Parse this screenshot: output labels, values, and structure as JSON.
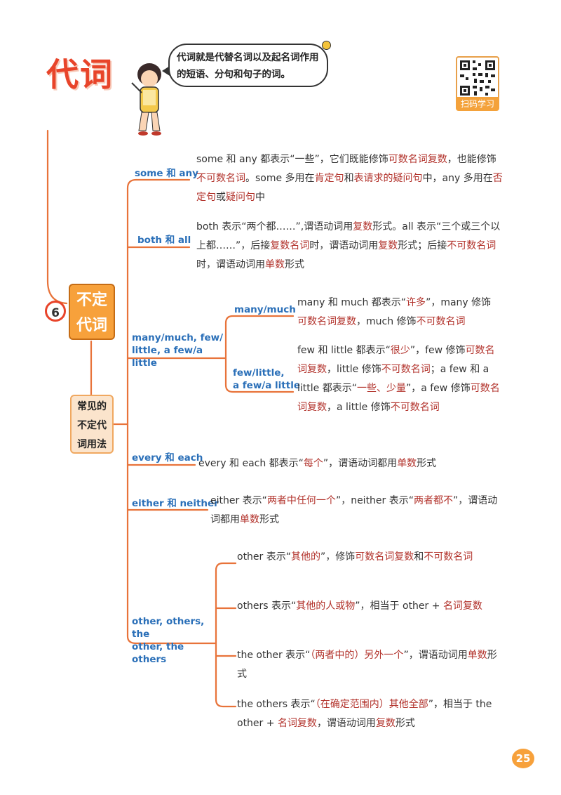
{
  "title": "代词",
  "bubble_text": "代词就是代替名词以及起名词作用的短语、分句和句子的词。",
  "qr_label": "扫码学习",
  "section_number": "6",
  "main_topic_line1": "不定",
  "main_topic_line2": "代词",
  "sub_topic_line1": "常见的",
  "sub_topic_line2": "不定代",
  "sub_topic_line3": "词用法",
  "branches": {
    "some_any": {
      "label": "some 和 any",
      "desc": [
        {
          "t": "some 和 any 都表示“一些”，它们既能修饰"
        },
        {
          "t": "可数名词复数",
          "h": true
        },
        {
          "t": "，也能修饰"
        },
        {
          "t": "不可数名词",
          "h": true
        },
        {
          "t": "。some 多用在"
        },
        {
          "t": "肯定句",
          "h": true
        },
        {
          "t": "和"
        },
        {
          "t": "表请求的疑问句",
          "h": true
        },
        {
          "t": "中，any 多用在"
        },
        {
          "t": "否定句",
          "h": true
        },
        {
          "t": "或"
        },
        {
          "t": "疑问句",
          "h": true
        },
        {
          "t": "中"
        }
      ]
    },
    "both_all": {
      "label": "both 和 all",
      "desc": [
        {
          "t": "both 表示“两个都……”,谓语动词用"
        },
        {
          "t": "复数",
          "h": true
        },
        {
          "t": "形式。all 表示“三个或三个以上都……”，后接"
        },
        {
          "t": "复数名词",
          "h": true
        },
        {
          "t": "时，谓语动词用"
        },
        {
          "t": "复数",
          "h": true
        },
        {
          "t": "形式；后接"
        },
        {
          "t": "不可数名词",
          "h": true
        },
        {
          "t": "时，谓语动词用"
        },
        {
          "t": "单数",
          "h": true
        },
        {
          "t": "形式"
        }
      ]
    },
    "many_few": {
      "label_line1": "many/much, few/",
      "label_line2": "little, a few/a little",
      "many_much": {
        "label": "many/much",
        "desc": [
          {
            "t": "many 和 much 都表示“"
          },
          {
            "t": "许多",
            "h": true
          },
          {
            "t": "”，many 修饰"
          },
          {
            "t": "可数名词复数",
            "h": true
          },
          {
            "t": "，much 修饰"
          },
          {
            "t": "不可数名词",
            "h": true
          }
        ]
      },
      "few_little": {
        "label_line1": "few/little,",
        "label_line2": "a few/a little",
        "desc": [
          {
            "t": "few 和 little 都表示“"
          },
          {
            "t": "很少",
            "h": true
          },
          {
            "t": "”，few 修饰"
          },
          {
            "t": "可数名词复数",
            "h": true
          },
          {
            "t": "，little 修饰"
          },
          {
            "t": "不可数名词",
            "h": true
          },
          {
            "t": "；a few 和 a little 都表示“"
          },
          {
            "t": "一些、少量",
            "h": true
          },
          {
            "t": "”，a few 修饰"
          },
          {
            "t": "可数名词复数",
            "h": true
          },
          {
            "t": "，a little 修饰"
          },
          {
            "t": "不可数名词",
            "h": true
          }
        ]
      }
    },
    "every_each": {
      "label": "every 和 each",
      "desc": [
        {
          "t": "every 和 each 都表示“"
        },
        {
          "t": "每个",
          "h": true
        },
        {
          "t": "”，谓语动词都用"
        },
        {
          "t": "单数",
          "h": true
        },
        {
          "t": "形式"
        }
      ]
    },
    "either_neither": {
      "label": "either 和 neither",
      "desc": [
        {
          "t": "either 表示“"
        },
        {
          "t": "两者中任何一个",
          "h": true
        },
        {
          "t": "”，neither 表示“"
        },
        {
          "t": "两者都不",
          "h": true
        },
        {
          "t": "”，谓语动词都用"
        },
        {
          "t": "单数",
          "h": true
        },
        {
          "t": "形式"
        }
      ]
    },
    "other": {
      "label_line1": "other, others, the",
      "label_line2": "other, the others",
      "items": [
        [
          {
            "t": "other 表示“"
          },
          {
            "t": "其他的",
            "h": true
          },
          {
            "t": "”，修饰"
          },
          {
            "t": "可数名词复数",
            "h": true
          },
          {
            "t": "和"
          },
          {
            "t": "不可数名词",
            "h": true
          }
        ],
        [
          {
            "t": "others 表示“"
          },
          {
            "t": "其他的人或物",
            "h": true
          },
          {
            "t": "”，相当于 other + "
          },
          {
            "t": "名词复数",
            "h": true
          }
        ],
        [
          {
            "t": "the other 表示“"
          },
          {
            "t": "（两者中的）另外一个",
            "h": true
          },
          {
            "t": "”，谓语动词用"
          },
          {
            "t": "单数",
            "h": true
          },
          {
            "t": "形式"
          }
        ],
        [
          {
            "t": "the others 表示“"
          },
          {
            "t": "（在确定范围内）其他全部",
            "h": true
          },
          {
            "t": "”，相当于 the other + "
          },
          {
            "t": "名词复数",
            "h": true
          },
          {
            "t": "，谓语动词用"
          },
          {
            "t": "复数",
            "h": true
          },
          {
            "t": "形式"
          }
        ]
      ]
    }
  },
  "page_number": "25",
  "colors": {
    "accent": "#e8442a",
    "line": "#e8733a",
    "label": "#2a6fb8",
    "highlight": "#b2322b",
    "box": "#f7a13b"
  }
}
